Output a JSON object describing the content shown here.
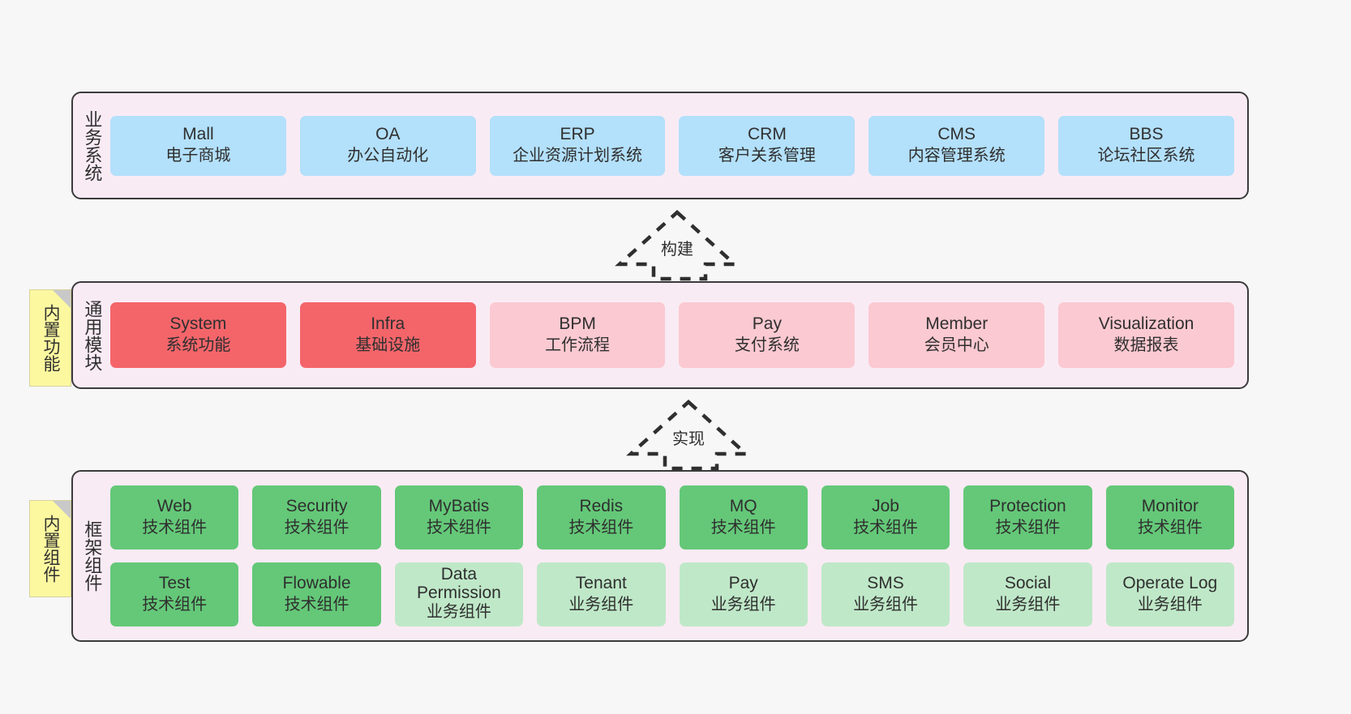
{
  "diagram": {
    "background_color": "#f7f7f7",
    "panel_color": "#f9ebf4",
    "border_color": "#3b3b3b"
  },
  "layers": [
    {
      "title": "业务系统",
      "rows": [
        {
          "cards": [
            {
              "en": "Mall",
              "cn": "电子商城",
              "color": "#b3e0fb",
              "variant": "c-blue"
            },
            {
              "en": "OA",
              "cn": "办公自动化",
              "color": "#b3e0fb",
              "variant": "c-blue"
            },
            {
              "en": "ERP",
              "cn": "企业资源计划系统",
              "color": "#b3e0fb",
              "variant": "c-blue"
            },
            {
              "en": "CRM",
              "cn": "客户关系管理",
              "color": "#b3e0fb",
              "variant": "c-blue"
            },
            {
              "en": "CMS",
              "cn": "内容管理系统",
              "color": "#b3e0fb",
              "variant": "c-blue"
            },
            {
              "en": "BBS",
              "cn": "论坛社区系统",
              "color": "#b3e0fb",
              "variant": "c-blue"
            }
          ]
        }
      ]
    },
    {
      "title": "通用模块",
      "note": "内置功能",
      "rows": [
        {
          "cards": [
            {
              "en": "System",
              "cn": "系统功能",
              "color": "#f4656a",
              "variant": "c-red"
            },
            {
              "en": "Infra",
              "cn": "基础设施",
              "color": "#f4656a",
              "variant": "c-red"
            },
            {
              "en": "BPM",
              "cn": "工作流程",
              "color": "#fbc9d1",
              "variant": "c-pink"
            },
            {
              "en": "Pay",
              "cn": "支付系统",
              "color": "#fbc9d1",
              "variant": "c-pink"
            },
            {
              "en": "Member",
              "cn": "会员中心",
              "color": "#fbc9d1",
              "variant": "c-pink"
            },
            {
              "en": "Visualization",
              "cn": "数据报表",
              "color": "#fbc9d1",
              "variant": "c-pink"
            }
          ]
        }
      ]
    },
    {
      "title": "框架组件",
      "note": "内置组件",
      "rows": [
        {
          "cards": [
            {
              "en": "Web",
              "cn": "技术组件",
              "color": "#64c878",
              "variant": "c-green"
            },
            {
              "en": "Security",
              "cn": "技术组件",
              "color": "#64c878",
              "variant": "c-green"
            },
            {
              "en": "MyBatis",
              "cn": "技术组件",
              "color": "#64c878",
              "variant": "c-green"
            },
            {
              "en": "Redis",
              "cn": "技术组件",
              "color": "#64c878",
              "variant": "c-green"
            },
            {
              "en": "MQ",
              "cn": "技术组件",
              "color": "#64c878",
              "variant": "c-green"
            },
            {
              "en": "Job",
              "cn": "技术组件",
              "color": "#64c878",
              "variant": "c-green"
            },
            {
              "en": "Protection",
              "cn": "技术组件",
              "color": "#64c878",
              "variant": "c-green"
            },
            {
              "en": "Monitor",
              "cn": "技术组件",
              "color": "#64c878",
              "variant": "c-green"
            }
          ]
        },
        {
          "cards": [
            {
              "en": "Test",
              "cn": "技术组件",
              "color": "#64c878",
              "variant": "c-green"
            },
            {
              "en": "Flowable",
              "cn": "技术组件",
              "color": "#64c878",
              "variant": "c-green"
            },
            {
              "en": "Data Permission",
              "cn": "业务组件",
              "color": "#bfe8c8",
              "variant": "c-lightgreen"
            },
            {
              "en": "Tenant",
              "cn": "业务组件",
              "color": "#bfe8c8",
              "variant": "c-lightgreen"
            },
            {
              "en": "Pay",
              "cn": "业务组件",
              "color": "#bfe8c8",
              "variant": "c-lightgreen"
            },
            {
              "en": "SMS",
              "cn": "业务组件",
              "color": "#bfe8c8",
              "variant": "c-lightgreen"
            },
            {
              "en": "Social",
              "cn": "业务组件",
              "color": "#bfe8c8",
              "variant": "c-lightgreen"
            },
            {
              "en": "Operate Log",
              "cn": "业务组件",
              "color": "#bfe8c8",
              "variant": "c-lightgreen"
            }
          ]
        }
      ]
    }
  ],
  "arrows": [
    {
      "label": "构建",
      "direction": "up"
    },
    {
      "label": "实现",
      "direction": "up"
    }
  ]
}
